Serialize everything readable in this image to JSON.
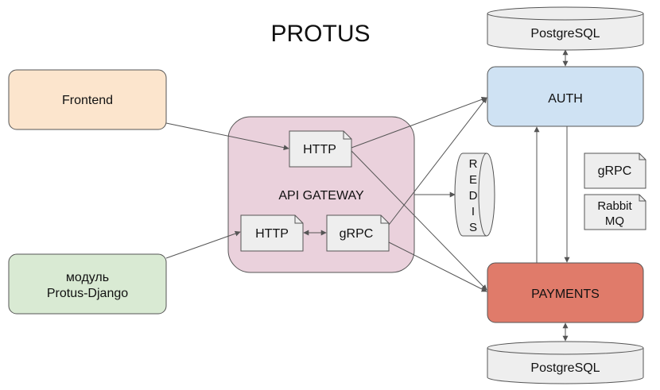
{
  "title": "PROTUS",
  "nodes": {
    "frontend": "Frontend",
    "django_line1": "модуль",
    "django_line2": "Protus-Django",
    "gateway": "API GATEWAY",
    "http_top": "HTTP",
    "http_bottom": "HTTP",
    "grpc_gateway": "gRPC",
    "redis": [
      "R",
      "E",
      "D",
      "I",
      "S"
    ],
    "auth": "AUTH",
    "payments": "PAYMENTS",
    "db_top": "PostgreSQL",
    "db_bottom": "PostgreSQL",
    "legend_grpc": "gRPC",
    "legend_rabbit_line1": "Rabbit",
    "legend_rabbit_line2": "MQ"
  },
  "colors": {
    "frontend_fill": "#fce5cd",
    "django_fill": "#d9ead3",
    "gateway_fill": "#ead1dc",
    "auth_fill": "#cfe2f3",
    "payments_fill": "#e07b6a",
    "db_fill": "#eeeeee",
    "note_fill": "#eeeeee",
    "stroke": "#555555"
  }
}
